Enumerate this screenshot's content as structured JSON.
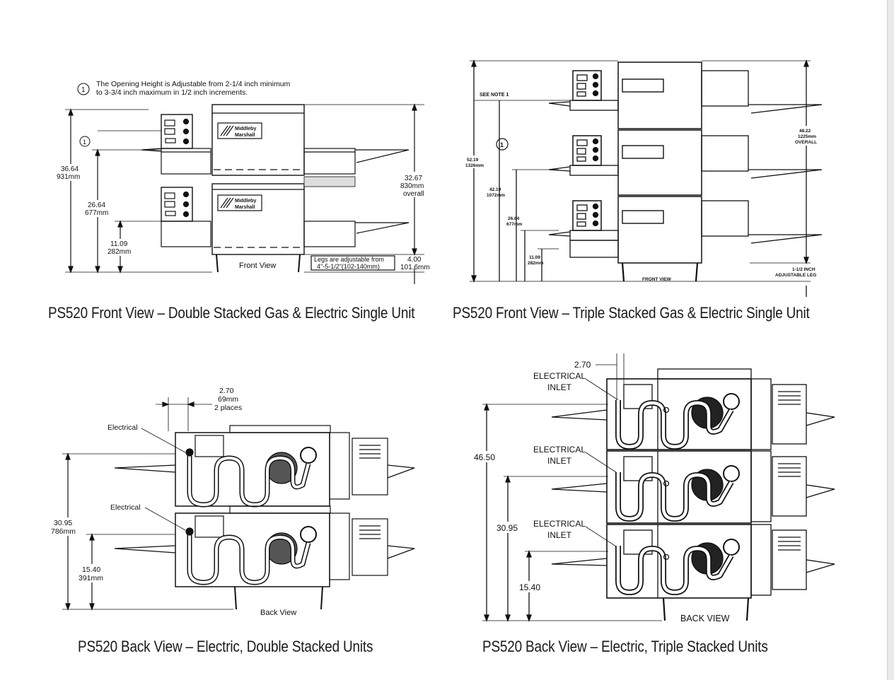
{
  "figures": [
    {
      "id": "front-double",
      "caption": "PS520 Front View – Double Stacked Gas & Electric Single Unit",
      "labels": {
        "note_symbol": "1",
        "note_line1": "The Opening Height is Adjustable from 2-1/4 inch minimum",
        "note_line2": "to 3-3/4 inch maximum in 1/2 inch increments.",
        "dim_overall_in": "36.64",
        "dim_overall_mm": "931mm",
        "dim_mid_in": "26.64",
        "dim_mid_mm": "677mm",
        "dim_low_in": "11.09",
        "dim_low_mm": "282mm",
        "dim_right_in": "32.67",
        "dim_right_mm": "830mm",
        "dim_right_note": "overall",
        "legs_line1": "Legs are adjustable from",
        "legs_line2": "4\"-5-1/2\"(102-140mm)",
        "leg_in": "4.00",
        "leg_mm": "101.6mm",
        "view": "Front View",
        "brand_line1": "Middleby",
        "brand_line2": "Marshall"
      }
    },
    {
      "id": "front-triple",
      "caption": "PS520 Front View – Triple Stacked Gas & Electric Single Unit",
      "labels": {
        "see_note": "SEE NOTE 1",
        "note_symbol": "1",
        "dim_overall_in": "52.19",
        "dim_overall_mm": "1326mm",
        "dim_mid_in": "42.19",
        "dim_mid_mm": "1072mm",
        "dim_low2_in": "26.64",
        "dim_low2_mm": "677mm",
        "dim_low_in": "11.09",
        "dim_low_mm": "282mm",
        "dim_right_in": "48.22",
        "dim_right_mm": "1225mm",
        "dim_right_note": "OVERALL",
        "leg_line1": "1-1/2 INCH",
        "leg_line2": "ADJUSTABLE LEG",
        "view": "FRONT VIEW"
      }
    },
    {
      "id": "back-double",
      "caption": "PS520 Back View – Electric, Double Stacked Units",
      "labels": {
        "top_in": "2.70",
        "top_mm": "69mm",
        "top_note": "2 places",
        "electrical": "Electrical",
        "dim_overall_in": "30.95",
        "dim_overall_mm": "786mm",
        "dim_low_in": "15.40",
        "dim_low_mm": "391mm",
        "view": "Back View"
      }
    },
    {
      "id": "back-triple",
      "caption": "PS520 Back View – Electric, Triple Stacked Units",
      "labels": {
        "top_in": "2.70",
        "inlet_line1": "ELECTRICAL",
        "inlet_line2": "INLET",
        "dim_overall_in": "46.50",
        "dim_mid_in": "30.95",
        "dim_low_in": "15.40",
        "view": "BACK VIEW"
      }
    }
  ]
}
